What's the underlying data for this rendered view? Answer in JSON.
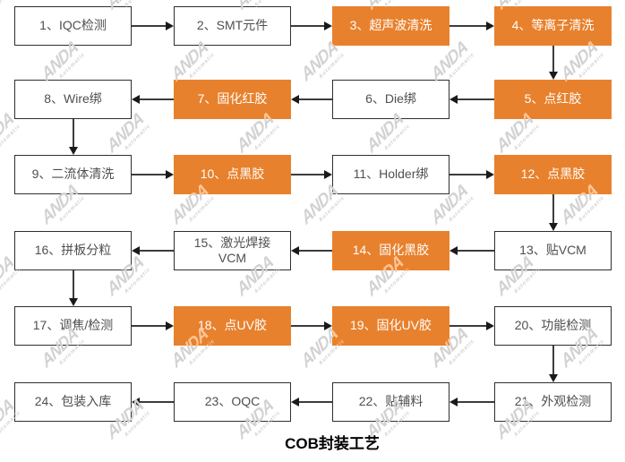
{
  "title": "COB封装工艺",
  "watermark": {
    "text": "ANDA",
    "subtext": "Automatic"
  },
  "colors": {
    "highlight": "#E8812D",
    "box_background": "#ffffff",
    "box_border": "#2f2f2f",
    "box_text": "#4f4f4f",
    "highlight_text": "#ffffff",
    "arrow": "#1a1a1a",
    "title_text": "#000000"
  },
  "flow": {
    "nodes": [
      {
        "id": 1,
        "label": "1、IQC检测",
        "row": 0,
        "col": 0,
        "highlight": false
      },
      {
        "id": 2,
        "label": "2、SMT元件",
        "row": 0,
        "col": 1,
        "highlight": false
      },
      {
        "id": 3,
        "label": "3、超声波清洗",
        "row": 0,
        "col": 2,
        "highlight": true
      },
      {
        "id": 4,
        "label": "4、等离子清洗",
        "row": 0,
        "col": 3,
        "highlight": true
      },
      {
        "id": 5,
        "label": "5、点红胶",
        "row": 1,
        "col": 3,
        "highlight": true
      },
      {
        "id": 6,
        "label": "6、Die绑",
        "row": 1,
        "col": 2,
        "highlight": false
      },
      {
        "id": 7,
        "label": "7、固化红胶",
        "row": 1,
        "col": 1,
        "highlight": true
      },
      {
        "id": 8,
        "label": "8、Wire绑",
        "row": 1,
        "col": 0,
        "highlight": false
      },
      {
        "id": 9,
        "label": "9、二流体清洗",
        "row": 2,
        "col": 0,
        "highlight": false
      },
      {
        "id": 10,
        "label": "10、点黑胶",
        "row": 2,
        "col": 1,
        "highlight": true
      },
      {
        "id": 11,
        "label": "11、Holder绑",
        "row": 2,
        "col": 2,
        "highlight": false
      },
      {
        "id": 12,
        "label": "12、点黑胶",
        "row": 2,
        "col": 3,
        "highlight": true
      },
      {
        "id": 13,
        "label": "13、贴VCM",
        "row": 3,
        "col": 3,
        "highlight": false
      },
      {
        "id": 14,
        "label": "14、固化黑胶",
        "row": 3,
        "col": 2,
        "highlight": true
      },
      {
        "id": 15,
        "label": "15、激光焊接\nVCM",
        "row": 3,
        "col": 1,
        "highlight": false
      },
      {
        "id": 16,
        "label": "16、拼板分粒",
        "row": 3,
        "col": 0,
        "highlight": false
      },
      {
        "id": 17,
        "label": "17、调焦/检测",
        "row": 4,
        "col": 0,
        "highlight": false
      },
      {
        "id": 18,
        "label": "18、点UV胶",
        "row": 4,
        "col": 1,
        "highlight": true
      },
      {
        "id": 19,
        "label": "19、固化UV胶",
        "row": 4,
        "col": 2,
        "highlight": true
      },
      {
        "id": 20,
        "label": "20、功能检测",
        "row": 4,
        "col": 3,
        "highlight": false
      },
      {
        "id": 21,
        "label": "21、外观检测",
        "row": 5,
        "col": 3,
        "highlight": false
      },
      {
        "id": 22,
        "label": "22、贴辅料",
        "row": 5,
        "col": 2,
        "highlight": false
      },
      {
        "id": 23,
        "label": "23、OQC",
        "row": 5,
        "col": 1,
        "highlight": false
      },
      {
        "id": 24,
        "label": "24、包装入库",
        "row": 5,
        "col": 0,
        "highlight": false
      }
    ],
    "connections": [
      [
        1,
        2
      ],
      [
        2,
        3
      ],
      [
        3,
        4
      ],
      [
        4,
        5
      ],
      [
        5,
        6
      ],
      [
        6,
        7
      ],
      [
        7,
        8
      ],
      [
        8,
        9
      ],
      [
        9,
        10
      ],
      [
        10,
        11
      ],
      [
        11,
        12
      ],
      [
        12,
        13
      ],
      [
        13,
        14
      ],
      [
        14,
        15
      ],
      [
        15,
        16
      ],
      [
        16,
        17
      ],
      [
        17,
        18
      ],
      [
        18,
        19
      ],
      [
        19,
        20
      ],
      [
        20,
        21
      ],
      [
        21,
        22
      ],
      [
        22,
        23
      ],
      [
        23,
        24
      ]
    ]
  }
}
